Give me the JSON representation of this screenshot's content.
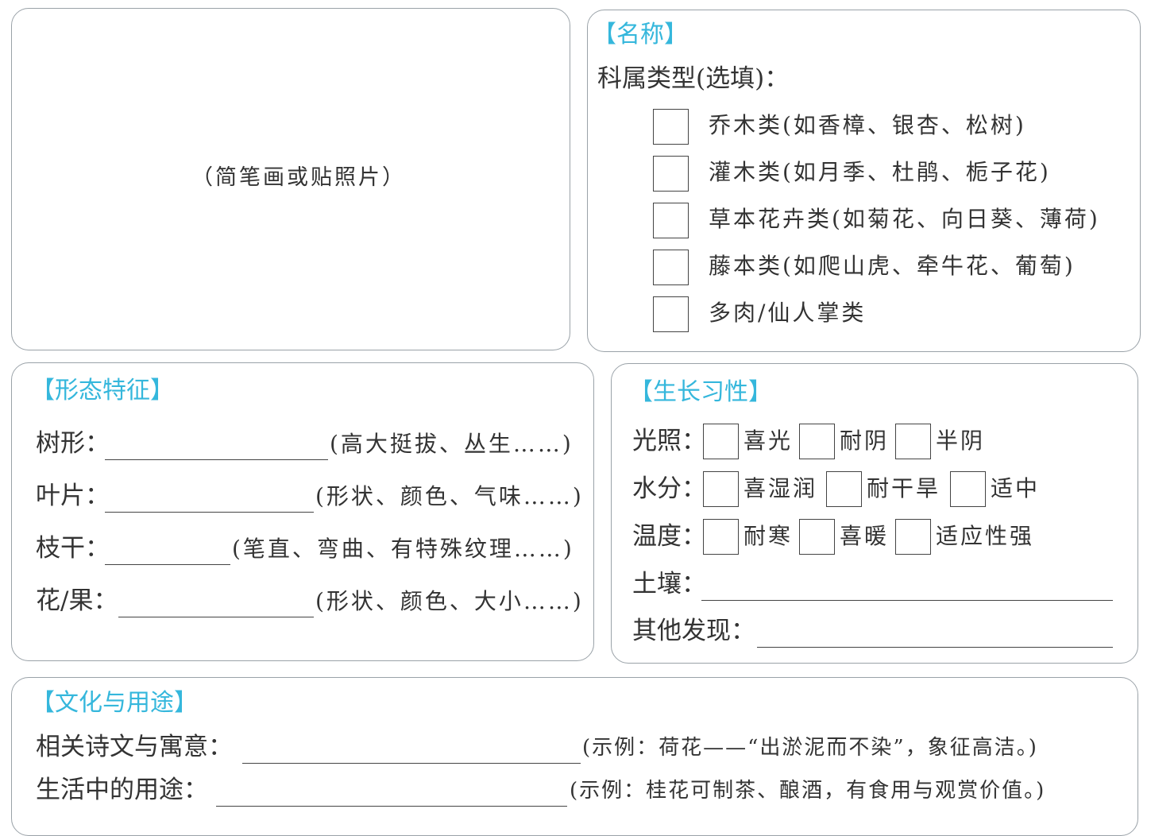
{
  "photo_card": {
    "placeholder": "（简笔画或贴照片）"
  },
  "name_card": {
    "heading": "【名称】",
    "classification_label": "科属类型(选填)：",
    "options": [
      "乔木类(如香樟、银杏、松树)",
      "灌木类(如月季、杜鹃、栀子花)",
      "草本花卉类(如菊花、向日葵、薄荷)",
      "藤本类(如爬山虎、牵牛花、葡萄)",
      "多肉/仙人掌类"
    ]
  },
  "morphology_card": {
    "heading": "【形态特征】",
    "rows": [
      {
        "label": "树形：",
        "hint": "(高大挺拔、丛生……)"
      },
      {
        "label": "叶片：",
        "hint": "(形状、颜色、气味……)"
      },
      {
        "label": "枝干：",
        "hint": "(笔直、弯曲、有特殊纹理……)"
      },
      {
        "label": "花/果：",
        "hint": "(形状、颜色、大小……)"
      }
    ]
  },
  "growth_card": {
    "heading": "【生长习性】",
    "light": {
      "label": "光照：",
      "options": [
        "喜光",
        "耐阴",
        "半阴"
      ]
    },
    "water": {
      "label": "水分：",
      "options": [
        "喜湿润",
        "耐干旱",
        "适中"
      ]
    },
    "temperature": {
      "label": "温度：",
      "options": [
        "耐寒",
        "喜暖",
        "适应性强"
      ]
    },
    "soil_label": "土壤：",
    "other_label": "其他发现："
  },
  "culture_card": {
    "heading": "【文化与用途】",
    "rows": [
      {
        "label": "相关诗文与寓意：",
        "hint": "(示例：荷花——“出淤泥而不染”，象征高洁。)"
      },
      {
        "label": "生活中的用途：",
        "hint": "(示例：桂花可制茶、酿酒，有食用与观赏价值。)"
      }
    ]
  },
  "colors": {
    "heading": "#35b7dc",
    "border": "#9aa2a8",
    "text": "#333333"
  }
}
